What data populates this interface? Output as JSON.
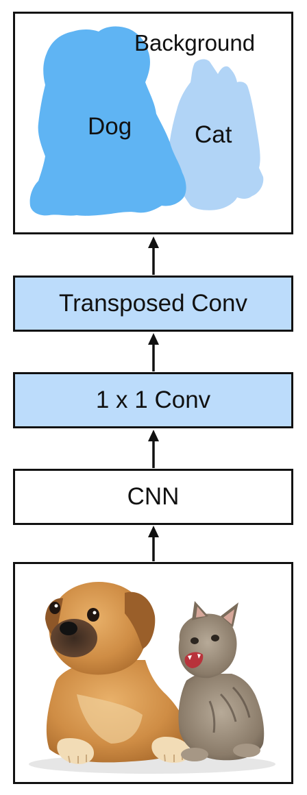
{
  "colors": {
    "layer_fill_blue": "#bcdcfb",
    "layer_fill_white": "#ffffff",
    "dog_mask": "#5fb4f3",
    "cat_mask": "#b1d4f6",
    "border": "#111111"
  },
  "segmentation_output": {
    "background_label": "Background",
    "dog_label": "Dog",
    "cat_label": "Cat"
  },
  "layers": {
    "transposed_conv": "Transposed Conv",
    "conv_1x1": "1 x 1 Conv",
    "cnn": "CNN"
  },
  "input_image": {
    "subjects": [
      "puppy",
      "kitten"
    ]
  }
}
